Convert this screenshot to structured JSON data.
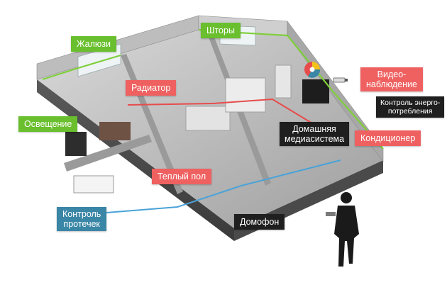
{
  "colors": {
    "green": "#6abf2e",
    "red": "#ef6161",
    "black": "#1f1f1f",
    "blue": "#3a86a6",
    "wire_green": "#7fcf3a",
    "wire_red": "#e74c4c",
    "wire_blue": "#4aa3d8"
  },
  "labels": {
    "blinds": "Жалюзи",
    "curtains": "Шторы",
    "radiator": "Радиатор",
    "lighting": "Освещение",
    "video_line1": "Видео-",
    "video_line2": "наблюдение",
    "energy_line1": "Контроль энерго-",
    "energy_line2": "потребления",
    "media_line1": "Домашняя",
    "media_line2": "медиасистема",
    "ac": "Кондиционер",
    "floor_heating": "Теплый пол",
    "leak_line1": "Контроль",
    "leak_line2": "протечек",
    "intercom": "Домофон"
  },
  "icons": [
    "tablet-user-silhouette",
    "security-camera-icon",
    "energy-pie-icon",
    "tv-icon"
  ]
}
